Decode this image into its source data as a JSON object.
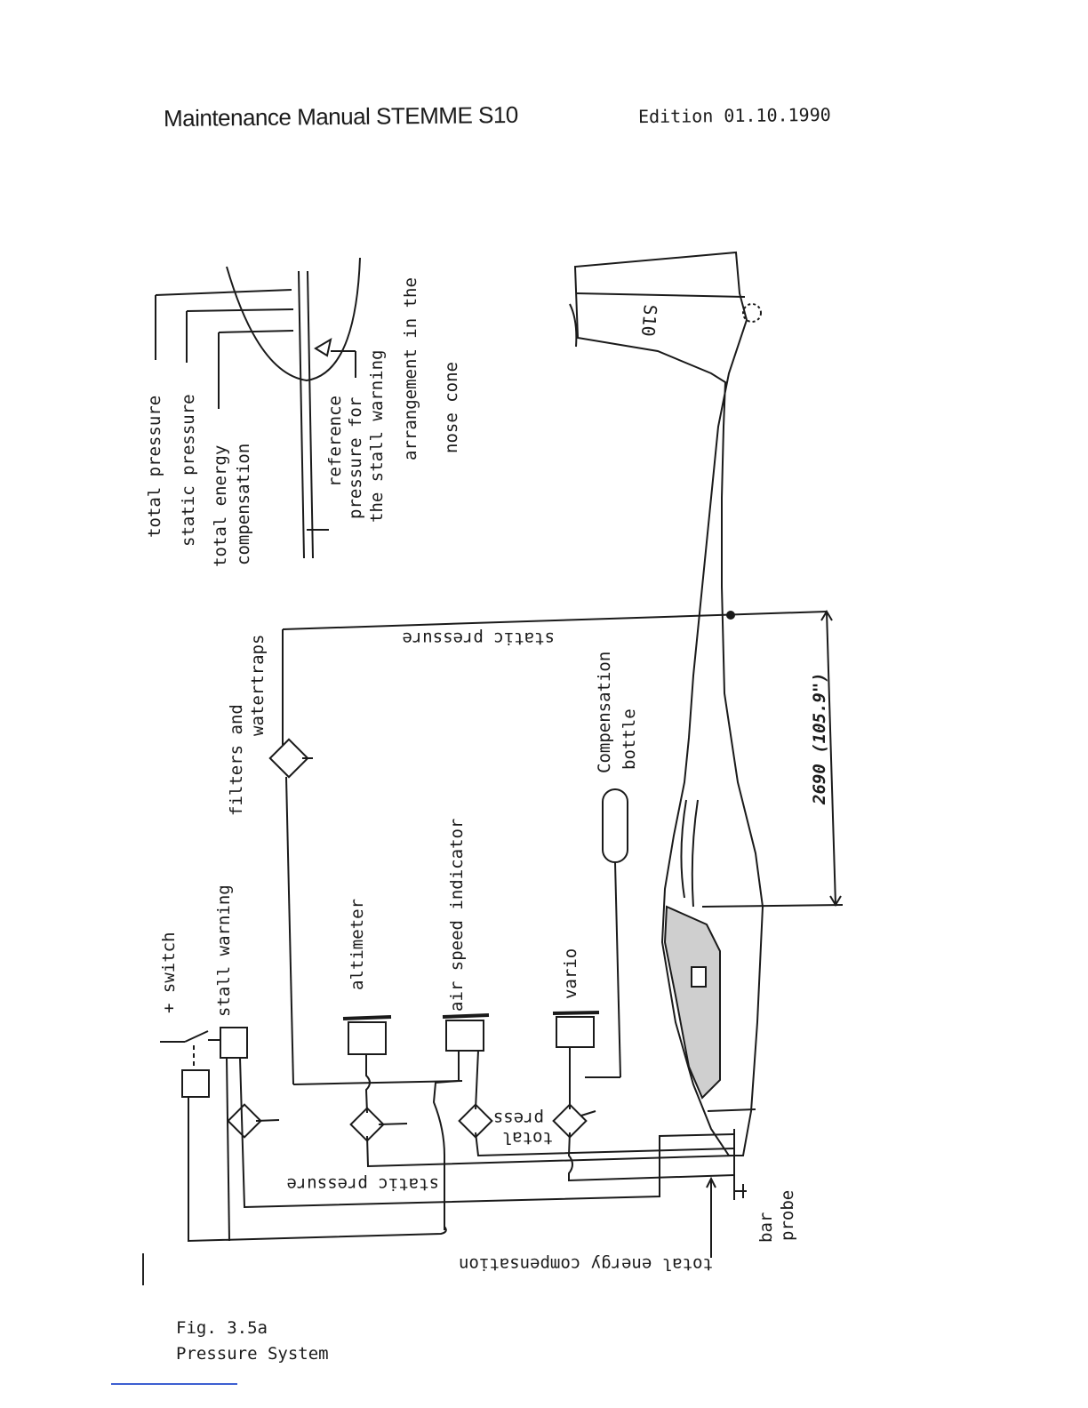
{
  "header": {
    "title": "Maintenance Manual STEMME S10",
    "edition": "Edition 01.10.1990"
  },
  "diagram": {
    "labels": {
      "total_pressure": "total pressure",
      "static_pressure": "static pressure",
      "total_energy": "total energy",
      "compensation": "compensation",
      "reference": "reference",
      "pressure_for": "pressure for",
      "the_stall_warning": "the stall warning",
      "arrangement_in_the": "arrangement in the",
      "nose_cone": "nose cone",
      "filters_and": "filters and",
      "watertraps": "watertraps",
      "static_pressure_upper": "static pressure",
      "compensation_word": "Compensation",
      "bottle": "bottle",
      "switch": "+ switch",
      "stall_warning": "stall warning",
      "altimeter": "altimeter",
      "air_speed_indicator": "air speed indicator",
      "vario": "vario",
      "total_press_1": "total",
      "total_press_2": "press",
      "static_pressure_lower": "static pressure",
      "total_energy_compensation": "total energy compensation",
      "bar": "bar",
      "probe": "probe",
      "dimension": "2690 (105.9\")",
      "tail_mark": "S10"
    }
  },
  "caption": {
    "line1": "Fig. 3.5a",
    "line2": "Pressure System"
  }
}
